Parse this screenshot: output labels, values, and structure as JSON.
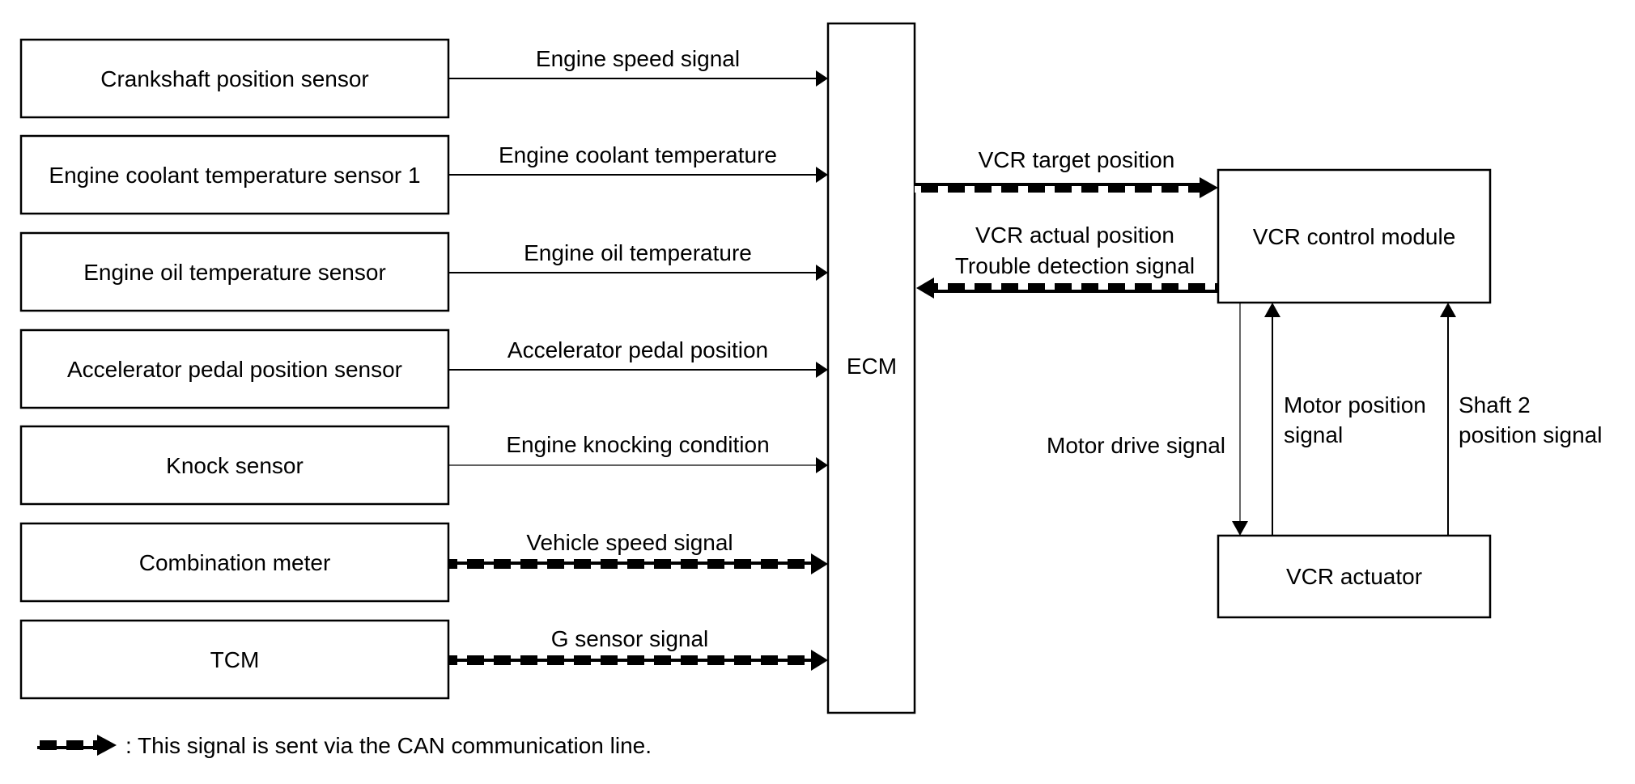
{
  "diagram": {
    "inputs": [
      {
        "box": "Crankshaft position sensor",
        "signal": "Engine speed signal",
        "line": "wire"
      },
      {
        "box": "Engine coolant temperature sensor 1",
        "signal": "Engine coolant temperature",
        "line": "wire"
      },
      {
        "box": "Engine oil temperature sensor",
        "signal": "Engine oil temperature",
        "line": "wire"
      },
      {
        "box": "Accelerator pedal position sensor",
        "signal": "Accelerator pedal position",
        "line": "wire"
      },
      {
        "box": "Knock sensor",
        "signal": "Engine knocking condition",
        "line": "wire-thin"
      },
      {
        "box": "Combination meter",
        "signal": "Vehicle speed signal",
        "line": "can"
      },
      {
        "box": "TCM",
        "signal": "G sensor signal",
        "line": "can"
      }
    ],
    "ecm": {
      "label": "ECM"
    },
    "vcr_control_module": {
      "label": "VCR control module"
    },
    "vcr_actuator": {
      "label": "VCR actuator"
    },
    "ecm_to_vcr": {
      "label": "VCR target position",
      "line": "can"
    },
    "vcr_to_ecm": {
      "label_lines": [
        "VCR actual position",
        "Trouble detection signal"
      ],
      "line": "can"
    },
    "module_to_actuator": {
      "label": "Motor drive signal"
    },
    "actuator_to_module": [
      {
        "label_lines": [
          "Motor position",
          "signal"
        ]
      },
      {
        "label_lines": [
          "Shaft 2",
          "position signal"
        ]
      }
    ],
    "legend": {
      "icon": "can-line-arrow-icon",
      "text": ": This signal is sent via the CAN communication line."
    }
  }
}
